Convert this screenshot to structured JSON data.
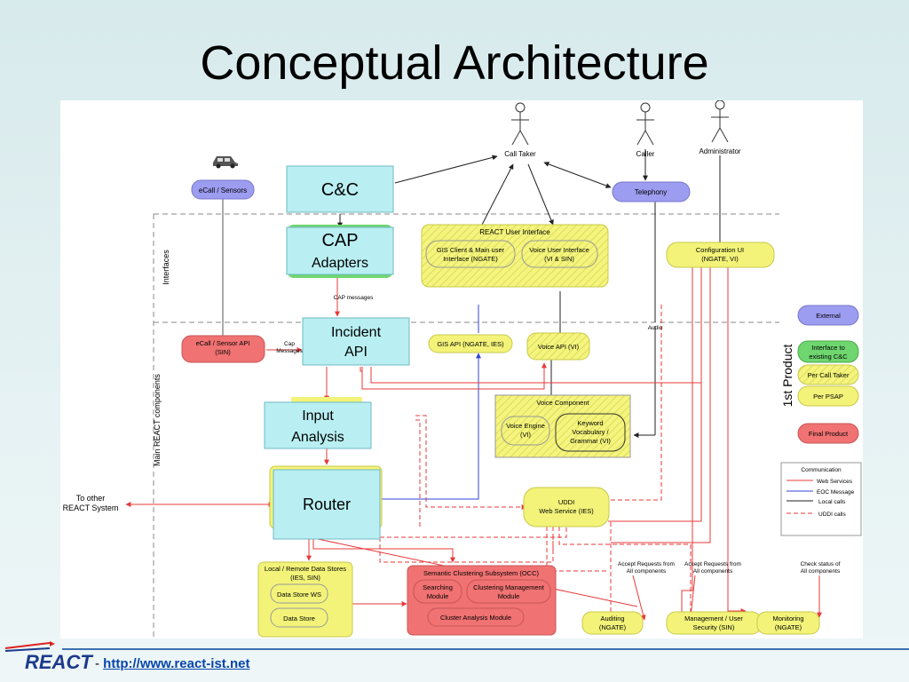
{
  "title": "Conceptual Architecture",
  "footer": {
    "prefix": "-",
    "link": "http://www.react-ist.net",
    "logo": "REACT"
  },
  "diagram": {
    "actors": {
      "call_taker": "Call Taker",
      "caller": "Caller",
      "administrator": "Administrator"
    },
    "section_interfaces": "Interfaces",
    "section_main": "Main REACT components",
    "product_label": "1st Product",
    "nodes": {
      "ecall_sensors": "eCall / Sensors",
      "cc": "C&C",
      "cap": "CAP",
      "cap_sub": "Adapters",
      "telephony": "Telephony",
      "react_ui": "REACT User Interface",
      "gis_client_1": "GIS Client & Main user",
      "gis_client_2": "Interface (NGATE)",
      "voice_ui_1": "Voice User Interface",
      "voice_ui_2": "(VI & SIN)",
      "config_ui_1": "Configuration UI",
      "config_ui_2": "(NGATE, VI)",
      "cap_messages": "CAP messages",
      "incident_api_1": "Incident",
      "incident_api_2": "API",
      "ecall_api_1": "eCall / Sensor API",
      "ecall_api_2": "(SIN)",
      "cap_msgs_1": "Cap",
      "cap_msgs_2": "Messages",
      "gis_api": "GIS API (NGATE, IES)",
      "voice_api": "Voice API (VI)",
      "audio": "Audio",
      "voice_component": "Voice Component",
      "voice_engine_1": "Voice Engine",
      "voice_engine_2": "(VI)",
      "keyword_1": "Keyword",
      "keyword_2": "Vocabulary /",
      "keyword_3": "Grammar (VI)",
      "input_analysis_1": "Input",
      "input_analysis_2": "Analysis",
      "router": "Router",
      "to_other_1": "To other",
      "to_other_2": "REACT System",
      "uddi_1": "UDDI",
      "uddi_2": "Web Service (IES)",
      "data_stores_1": "Local / Remote Data Stores",
      "data_stores_2": "(IES, SIN)",
      "data_store_ws": "Data Store WS",
      "data_store": "Data Store",
      "semantic": "Semantic Clustering Subsystem (OCC)",
      "searching_1": "Searching",
      "searching_2": "Module",
      "clustering_1": "Clustering Management",
      "clustering_2": "Module",
      "cluster_analysis": "Cluster Analysis Module",
      "accept_1_a": "Accept Requests from",
      "accept_1_b": "All components",
      "accept_2_a": "Accept Requests from",
      "accept_2_b": "All components",
      "check_a": "Check status of",
      "check_b": "All components",
      "auditing_1": "Auditing",
      "auditing_2": "(NGATE)",
      "mgmt_1": "Management / User",
      "mgmt_2": "Security (SIN)",
      "monitoring_1": "Monitoring",
      "monitoring_2": "(NGATE)"
    },
    "legend": {
      "external": "External",
      "interface_cc_1": "Interface to",
      "interface_cc_2": "existing C&C",
      "per_call_taker": "Per Call Taker",
      "per_psap": "Per PSAP",
      "final_product": "Final Product",
      "communication": "Communication",
      "web_services": "Web Services",
      "eoc_message": "EOC Message",
      "local_calls": "Local calls",
      "uddi_calls": "UDDI calls"
    },
    "colors": {
      "external": "#9c9cf0",
      "green": "#6fd66f",
      "yellow": "#f3f37a",
      "red": "#f07272",
      "cyan": "#b9eff2",
      "web": "#e8383a",
      "eoc": "#3043d8"
    }
  }
}
